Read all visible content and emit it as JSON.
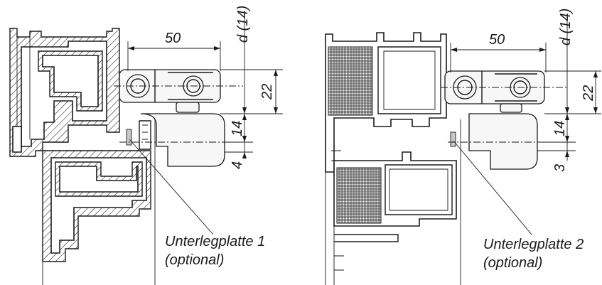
{
  "left_detail": {
    "width_label": "50",
    "d_label": "d (14)",
    "dim_22": "22",
    "dim_14": "14",
    "dim_bottom": "4",
    "note_line1": "Unterlegplatte 1",
    "note_line2": "(optional)"
  },
  "right_detail": {
    "width_label": "50",
    "d_label": "d (14)",
    "dim_22": "22",
    "dim_14": "14",
    "dim_bottom": "3",
    "note_line1": "Unterlegplatte 2",
    "note_line2": "(optional)"
  }
}
